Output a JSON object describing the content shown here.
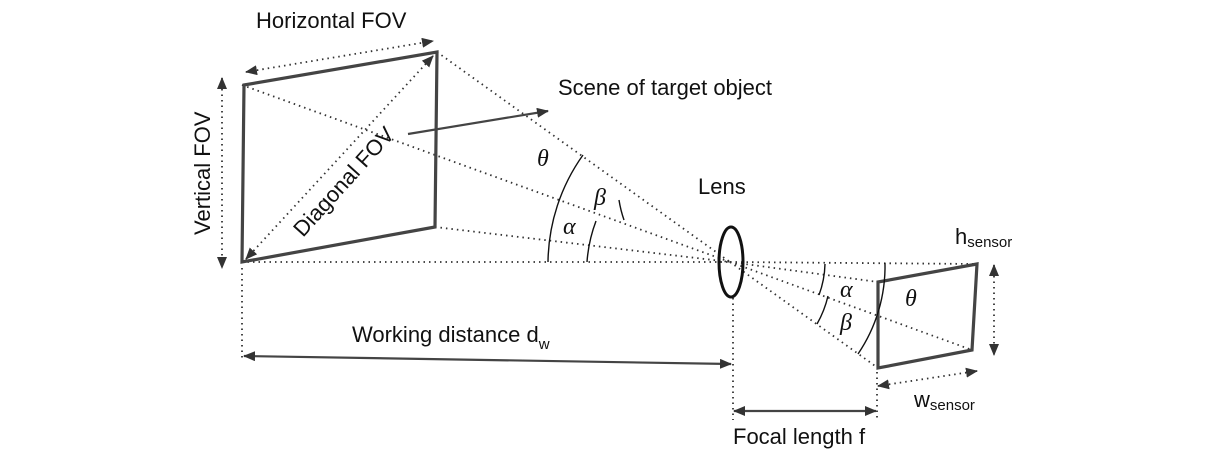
{
  "labels": {
    "horizontal_fov": "Horizontal FOV",
    "vertical_fov": "Vertical FOV",
    "diagonal_fov": "Diagonal FOV",
    "scene": "Scene of target object",
    "lens": "Lens",
    "working_distance_main": "Working distance d",
    "working_distance_sub": "w",
    "focal_length": "Focal length  f",
    "h_sensor_main": "h",
    "h_sensor_sub": "sensor",
    "w_sensor_main": "w",
    "w_sensor_sub": "sensor"
  },
  "angles": {
    "theta": "θ",
    "beta": "β",
    "alpha": "α"
  }
}
